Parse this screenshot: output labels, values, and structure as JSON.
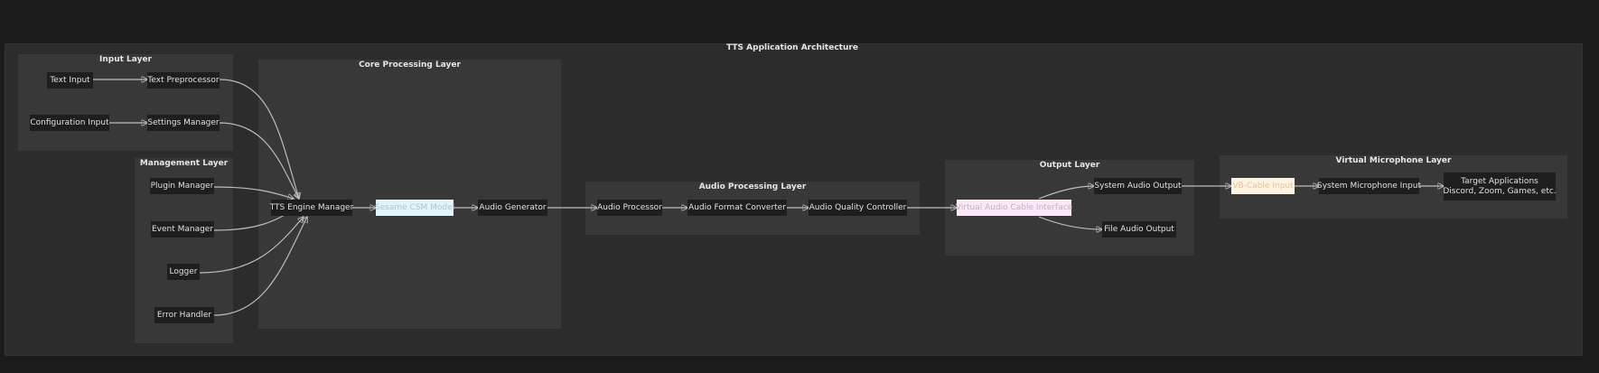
{
  "diagram": {
    "title": "TTS Application Architecture",
    "clusters": {
      "input": "Input Layer",
      "management": "Management Layer",
      "core": "Core Processing Layer",
      "audio": "Audio Processing Layer",
      "output": "Output Layer",
      "virtual_mic": "Virtual Microphone Layer"
    },
    "nodes": {
      "text_input": "Text Input",
      "text_preprocessor": "Text Preprocessor",
      "configuration_input": "Configuration Input",
      "settings_manager": "Settings Manager",
      "plugin_manager": "Plugin Manager",
      "event_manager": "Event Manager",
      "logger": "Logger",
      "error_handler": "Error Handler",
      "tts_engine_manager": "TTS Engine Manager",
      "sesame_csm_model": "Sesame CSM Model",
      "audio_generator": "Audio Generator",
      "audio_processor": "Audio Processor",
      "audio_format_converter": "Audio Format Converter",
      "audio_quality_controller": "Audio Quality Controller",
      "virtual_audio_cable_interface": "Virtual Audio Cable Interface",
      "system_audio_output": "System Audio Output",
      "file_audio_output": "File Audio Output",
      "vb_cable_input": "VB-Cable Input",
      "system_microphone_input": "System Microphone Input",
      "target_applications_line1": "Target Applications",
      "target_applications_line2": "Discord, Zoom, Games, etc."
    },
    "edges": [
      [
        "text_input",
        "text_preprocessor"
      ],
      [
        "configuration_input",
        "settings_manager"
      ],
      [
        "text_preprocessor",
        "tts_engine_manager"
      ],
      [
        "settings_manager",
        "tts_engine_manager"
      ],
      [
        "plugin_manager",
        "tts_engine_manager"
      ],
      [
        "event_manager",
        "tts_engine_manager"
      ],
      [
        "logger",
        "tts_engine_manager"
      ],
      [
        "error_handler",
        "tts_engine_manager"
      ],
      [
        "tts_engine_manager",
        "sesame_csm_model"
      ],
      [
        "sesame_csm_model",
        "audio_generator"
      ],
      [
        "audio_generator",
        "audio_processor"
      ],
      [
        "audio_processor",
        "audio_format_converter"
      ],
      [
        "audio_format_converter",
        "audio_quality_controller"
      ],
      [
        "audio_quality_controller",
        "virtual_audio_cable_interface"
      ],
      [
        "virtual_audio_cable_interface",
        "system_audio_output"
      ],
      [
        "virtual_audio_cable_interface",
        "file_audio_output"
      ],
      [
        "system_audio_output",
        "vb_cable_input"
      ],
      [
        "vb_cable_input",
        "system_microphone_input"
      ],
      [
        "system_microphone_input",
        "target_applications"
      ]
    ],
    "colors": {
      "background": "#1b1b1b",
      "outer_panel": "#2c2c2c",
      "cluster": "#383838",
      "node": "#1e1e1e",
      "edge": "#bdbdbd",
      "sesame_fill": "#e2f3fa",
      "virtual_cable_fill": "#fbe8f7",
      "vb_cable_fill": "#fdf3e0"
    }
  }
}
